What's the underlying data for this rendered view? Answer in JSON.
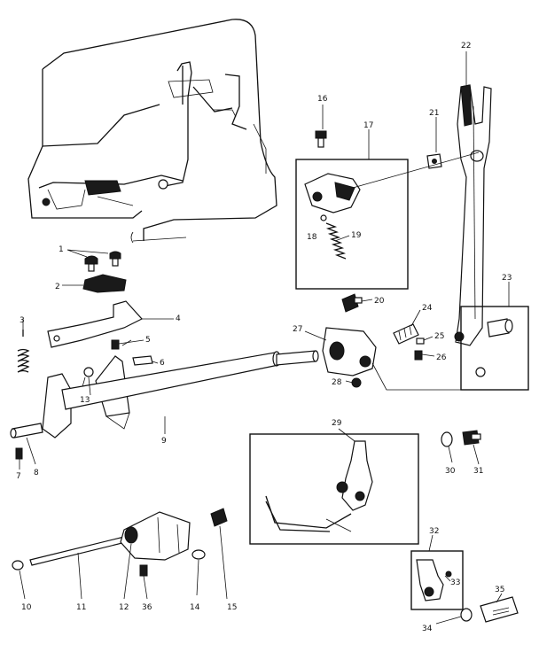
{
  "labels": [
    {
      "id": "l1",
      "text": "1"
    },
    {
      "id": "l2",
      "text": "2"
    },
    {
      "id": "l3",
      "text": "3"
    },
    {
      "id": "l4",
      "text": "4"
    },
    {
      "id": "l5",
      "text": "5"
    },
    {
      "id": "l6",
      "text": "6"
    },
    {
      "id": "l7",
      "text": "7"
    },
    {
      "id": "l8",
      "text": "8"
    },
    {
      "id": "l9",
      "text": "9"
    },
    {
      "id": "l10",
      "text": "10"
    },
    {
      "id": "l11",
      "text": "11"
    },
    {
      "id": "l12",
      "text": "12"
    },
    {
      "id": "l13",
      "text": "13"
    },
    {
      "id": "l14",
      "text": "14"
    },
    {
      "id": "l15",
      "text": "15"
    },
    {
      "id": "l16",
      "text": "16"
    },
    {
      "id": "l17",
      "text": "17"
    },
    {
      "id": "l18",
      "text": "18"
    },
    {
      "id": "l19",
      "text": "19"
    },
    {
      "id": "l20",
      "text": "20"
    },
    {
      "id": "l21",
      "text": "21"
    },
    {
      "id": "l22",
      "text": "22"
    },
    {
      "id": "l23",
      "text": "23"
    },
    {
      "id": "l24",
      "text": "24"
    },
    {
      "id": "l25",
      "text": "25"
    },
    {
      "id": "l26",
      "text": "26"
    },
    {
      "id": "l27",
      "text": "27"
    },
    {
      "id": "l28",
      "text": "28"
    },
    {
      "id": "l29",
      "text": "29"
    },
    {
      "id": "l30",
      "text": "30"
    },
    {
      "id": "l31",
      "text": "31"
    },
    {
      "id": "l32",
      "text": "32"
    },
    {
      "id": "l33",
      "text": "33"
    },
    {
      "id": "l34",
      "text": "34"
    },
    {
      "id": "l35",
      "text": "35"
    },
    {
      "id": "l36",
      "text": "36"
    }
  ]
}
